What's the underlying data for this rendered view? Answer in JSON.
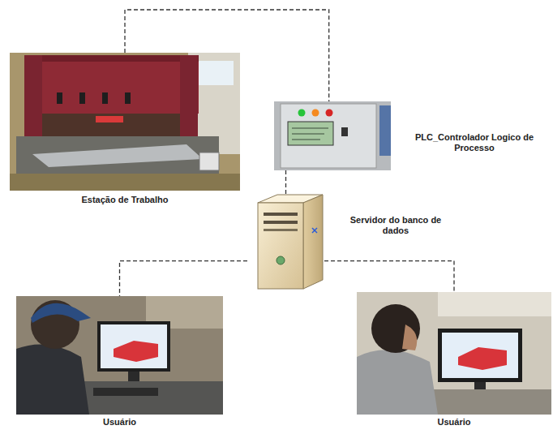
{
  "diagram": {
    "nodes": [
      {
        "text": [
          "Estação de Trabalho"
        ]
      },
      {
        "text": [
          "PLC_Controlador Logico de Processo"
        ]
      },
      {
        "text": [
          "Servidor do banco de dados"
        ]
      },
      {
        "text": [
          "Usuário"
        ]
      },
      {
        "text": [
          "Usuário"
        ]
      }
    ],
    "edges": [
      {
        "from": 0,
        "to": 1,
        "arrow": "none"
      },
      {
        "from": 1,
        "to": 2,
        "arrow": "none"
      },
      {
        "from": 2,
        "to": 3,
        "arrow": "none"
      },
      {
        "from": 2,
        "to": 4,
        "arrow": "none"
      }
    ]
  }
}
